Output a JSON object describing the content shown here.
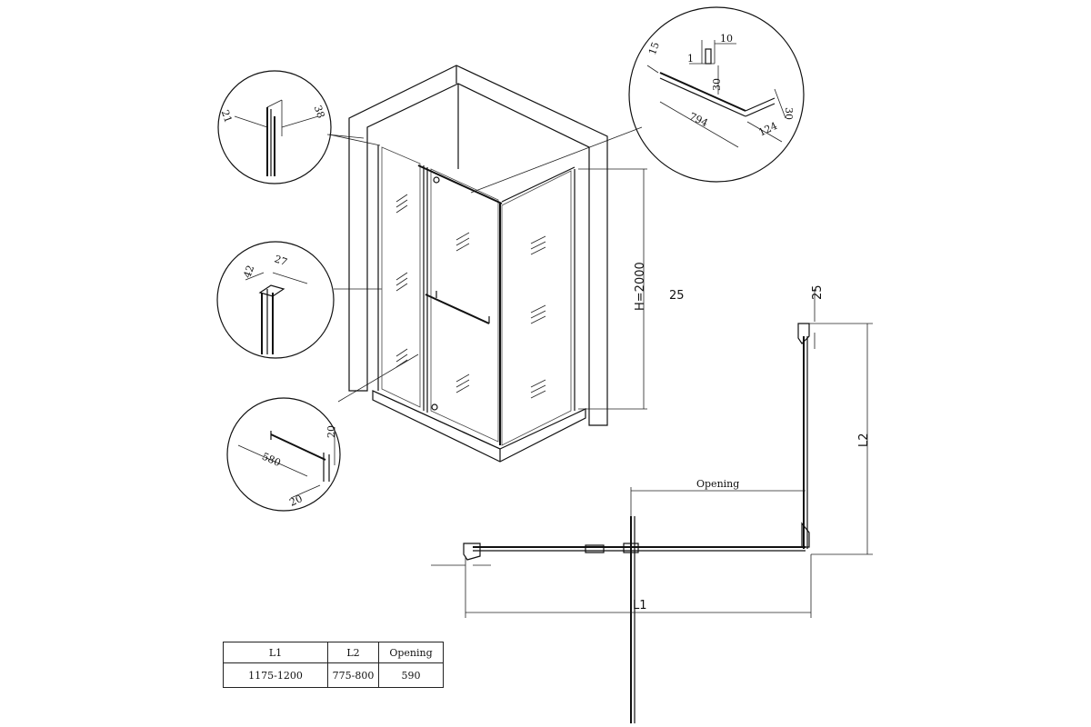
{
  "detail_top_right": {
    "dim_10": "10",
    "dim_1": "1",
    "dim_15": "15",
    "dim_30_a": "30",
    "dim_794": "794",
    "dim_124": "124",
    "dim_30_b": "30"
  },
  "detail_profile_top": {
    "dim_21": "21",
    "dim_38": "38"
  },
  "detail_profile_mid": {
    "dim_42": "42",
    "dim_27": "27"
  },
  "detail_handle": {
    "dim_580": "580",
    "dim_20_a": "20",
    "dim_20_b": "20"
  },
  "main_drawing": {
    "height_label": "H=2000"
  },
  "floating_label": "25",
  "plan_view": {
    "dim_25": "25",
    "l2_label": "L2",
    "opening_label": "Opening",
    "l1_label": "L1"
  },
  "spec_table": {
    "headers": [
      "L1",
      "L2",
      "Opening"
    ],
    "row": [
      "1175-1200",
      "775-800",
      "590"
    ]
  }
}
